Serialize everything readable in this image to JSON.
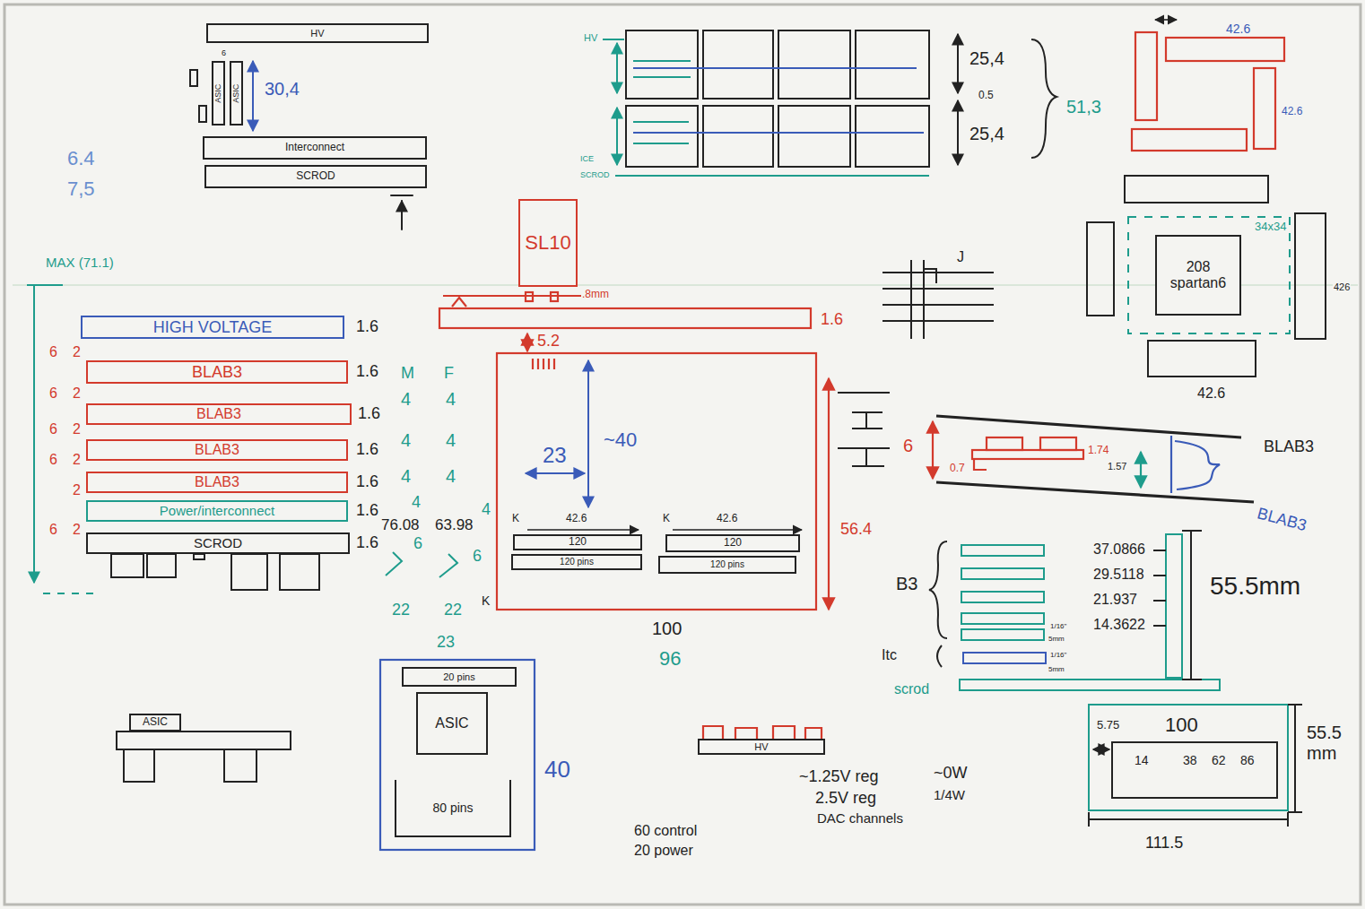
{
  "diagram": {
    "nodes": [
      {
        "text": [
          "HV"
        ]
      },
      {
        "text": [
          "ASIC"
        ]
      },
      {
        "text": [
          "ASIC"
        ]
      },
      {
        "text": [
          "Interconnect"
        ]
      },
      {
        "text": [
          "SCROD"
        ]
      },
      {
        "text": [
          "208 spartan6"
        ]
      },
      {
        "text": [
          "SL10"
        ]
      },
      {
        "text": [
          "HIGH VOLTAGE"
        ]
      },
      {
        "text": [
          "BLAB3"
        ]
      },
      {
        "text": [
          "BLAB3"
        ]
      },
      {
        "text": [
          "BLAB3"
        ]
      },
      {
        "text": [
          "BLAB3"
        ]
      },
      {
        "text": [
          "Power/interconnect"
        ]
      },
      {
        "text": [
          "SCROD"
        ]
      },
      {
        "text": [
          "120"
        ]
      },
      {
        "text": [
          "120 pins"
        ]
      },
      {
        "text": [
          "120"
        ]
      },
      {
        "text": [
          "120 pins"
        ]
      },
      {
        "text": [
          "ASIC"
        ]
      },
      {
        "text": [
          "20 pins"
        ]
      },
      {
        "text": [
          "ASIC"
        ]
      },
      {
        "text": [
          "80 pins"
        ]
      },
      {
        "text": [
          "HV"
        ]
      }
    ],
    "labels": [
      "6",
      "30,4",
      "6.4",
      "7,5",
      "HV",
      "ICE",
      "SCROD",
      "25,4",
      "0.5",
      "25,4",
      "51,3",
      "42.6",
      "42.6",
      "34x34",
      "426",
      "42.6",
      "MAX (71.1)",
      "1.6",
      "1.6",
      "1.6",
      "1.6",
      "1.6",
      "1.6",
      "1.6",
      "M",
      "F",
      "4",
      "4",
      "4",
      "4",
      "4",
      "4",
      "4",
      "4",
      "76.08",
      "63.98",
      "6",
      "6",
      "22",
      "22",
      "23",
      "6",
      "2",
      "6",
      "2",
      "6",
      "2",
      "6",
      "2",
      "2",
      "6",
      "2",
      "1.6",
      ".8mm",
      "5.2",
      "~40",
      "23",
      "42.6",
      "42.6",
      "K",
      "K",
      "K",
      "56.4",
      "100",
      "96",
      "40",
      "60 control",
      "20 power",
      "~1.25V reg",
      "~0W",
      "2.5V reg",
      "1/4W",
      "DAC channels",
      "J",
      "6",
      "1.74",
      "1.57",
      "0.7",
      "BLAB3",
      "BLAB3",
      "B3",
      "Itc",
      "scrod",
      "1/16\"",
      "5mm",
      "1/16\"",
      "5mm",
      "37.0866",
      "29.5118",
      "21.937",
      "14.3622",
      "55.5mm",
      "5.75",
      "100",
      "14",
      "38",
      "62",
      "86",
      "55.5 mm",
      "111.5"
    ]
  }
}
